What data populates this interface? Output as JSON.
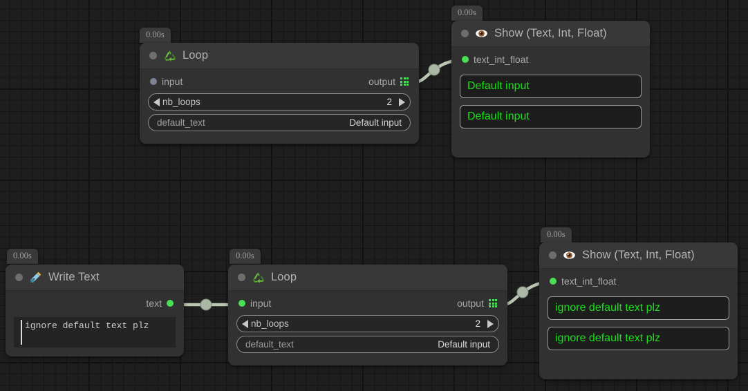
{
  "canvas": {
    "background_color": "#1e1e1e",
    "grid_minor_color": "#141414",
    "grid_major_color": "#0f0f0f"
  },
  "colors": {
    "accent_green": "#1ae01a",
    "port_green": "#48e055",
    "port_gray": "#7f8494",
    "wire": "#b8c6b2",
    "node_body": "#313131",
    "node_header": "#383838",
    "title_text": "#b3b3b3"
  },
  "nodes": [
    {
      "id": "loop-1",
      "time_badge": "0.00s",
      "icon": "recycle-icon",
      "title": "Loop",
      "input": {
        "label": "input",
        "connected": false
      },
      "output": {
        "label": "output",
        "icon": "grid-list-icon"
      },
      "fields": [
        {
          "type": "stepper",
          "name": "nb_loops",
          "value": "2"
        },
        {
          "type": "text",
          "name": "default_text",
          "value": "Default input"
        }
      ]
    },
    {
      "id": "show-1",
      "time_badge": "0.00s",
      "icon": "eye-icon",
      "title": "Show (Text, Int, Float)",
      "input": {
        "label": "text_int_float",
        "connected": true
      },
      "displays": [
        "Default input",
        "Default input"
      ]
    },
    {
      "id": "write-text-1",
      "time_badge": "0.00s",
      "icon": "pen-nib-icon",
      "title": "Write Text",
      "output": {
        "label": "text",
        "connected": true
      },
      "textarea": {
        "value": "ignore default text plz",
        "caret": true
      }
    },
    {
      "id": "loop-2",
      "time_badge": "0.00s",
      "icon": "recycle-icon",
      "title": "Loop",
      "input": {
        "label": "input",
        "connected": true
      },
      "output": {
        "label": "output",
        "icon": "grid-list-icon"
      },
      "fields": [
        {
          "type": "stepper",
          "name": "nb_loops",
          "value": "2"
        },
        {
          "type": "text",
          "name": "default_text",
          "value": "Default input"
        }
      ]
    },
    {
      "id": "show-2",
      "time_badge": "0.00s",
      "icon": "eye-icon",
      "title": "Show (Text, Int, Float)",
      "input": {
        "label": "text_int_float",
        "connected": true
      },
      "displays": [
        "ignore default text plz",
        "ignore default text plz"
      ]
    }
  ]
}
